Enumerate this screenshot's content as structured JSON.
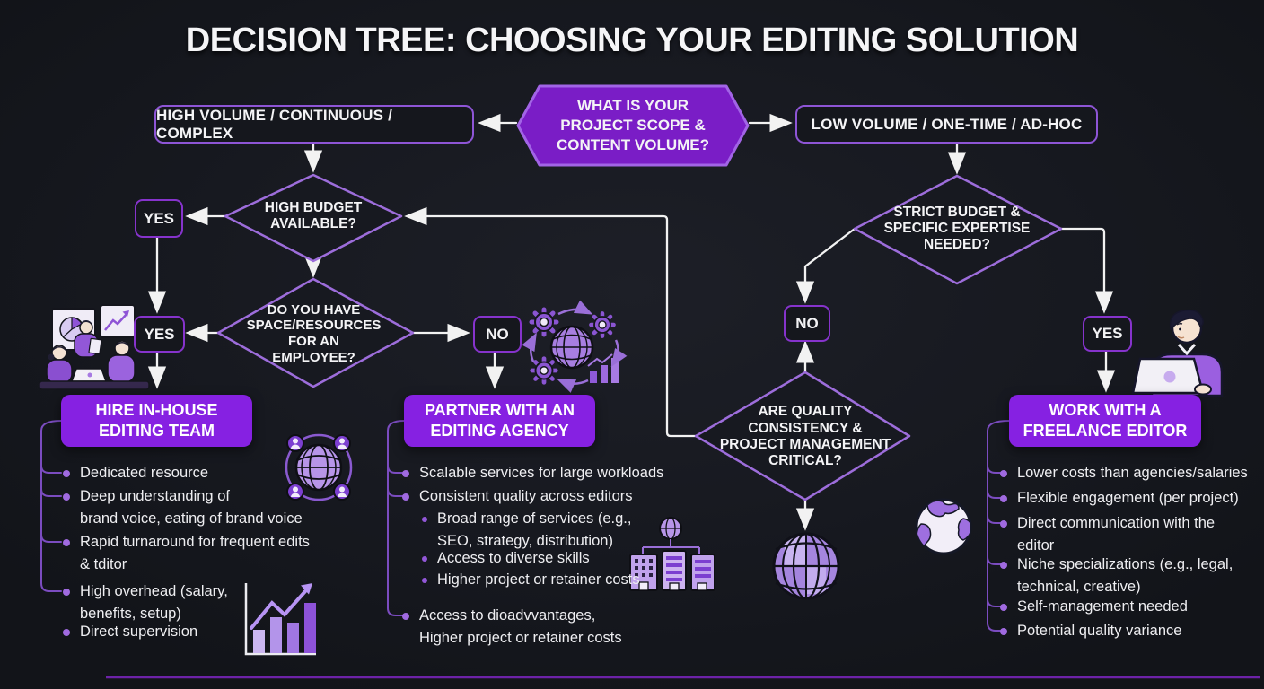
{
  "title": "DECISION TREE: CHOOSING YOUR EDITING SOLUTION",
  "nodes": {
    "root": "WHAT IS YOUR\nPROJECT SCOPE &\nCONTENT VOLUME?",
    "branch_high": "HIGH VOLUME / CONTINUOUS / COMPLEX",
    "branch_low": "LOW VOLUME / ONE-TIME / AD-HOC",
    "q_high_budget": "HIGH BUDGET\nAVAILABLE?",
    "q_space": "DO YOU HAVE\nSPACE/RESOURCES\nFOR AN\nEMPLOYEE?",
    "q_strict_budget": "STRICT BUDGET &\nSPECIFIC EXPERTISE\nNEEDED?",
    "q_quality": "ARE QUALITY\nCONSISTENCY &\nPROJECT MANAGEMENT\nCRITICAL?"
  },
  "labels": {
    "yes": "YES",
    "no": "NO"
  },
  "solutions": {
    "inhouse": {
      "title": "HIRE IN-HOUSE\nEDITING TEAM",
      "items": [
        {
          "text": "Dedicated resource"
        },
        {
          "text": "Deep understanding of\nbrand voice, eating of brand voice"
        },
        {
          "text": "Rapid turnaround for frequent edits\n& tditor"
        },
        {
          "text": "High overhead (salary,\nbenefits, setup)"
        },
        {
          "text": "Direct supervision"
        }
      ]
    },
    "agency": {
      "title": "PARTNER WITH AN\nEDITING AGENCY",
      "items": [
        {
          "text": "Scalable services for large workloads",
          "level": 1
        },
        {
          "text": "Consistent quality across editors",
          "level": 1
        },
        {
          "text": "Broad range of services (e.g.,\nSEO, strategy, distribution)",
          "level": 2
        },
        {
          "text": "Access to diverse skills",
          "level": 2
        },
        {
          "text": "Higher project or retainer costs",
          "level": 2
        },
        {
          "text": "Access to dioadvvantages,\nHigher project or retainer costs",
          "level": 1
        }
      ]
    },
    "freelance": {
      "title": "WORK WITH A\nFREELANCE EDITOR",
      "items": [
        {
          "text": "Lower costs than agencies/salaries"
        },
        {
          "text": "Flexible engagement (per project)"
        },
        {
          "text": "Direct communication with the\neditor"
        },
        {
          "text": "Niche specializations (e.g., legal,\ntechnical, creative)"
        },
        {
          "text": "Self-management needed"
        },
        {
          "text": "Potential quality variance"
        }
      ]
    }
  },
  "colors": {
    "background": "#16181e",
    "accent_purple": "#8621e2",
    "hexagon_fill": "#7a1dc6",
    "node_border": "#9d6ddb",
    "connector_white": "#f2f2f2",
    "bracket_purple": "#7b4cc0",
    "bullet_purple": "#a06ae0"
  },
  "icons": {
    "list": [
      "team-illustration",
      "globe-users-icon",
      "growth-chart-icon",
      "process-cycle-icon",
      "agency-network-icon",
      "globe-icon",
      "earth-icon",
      "freelancer-illustration"
    ]
  }
}
